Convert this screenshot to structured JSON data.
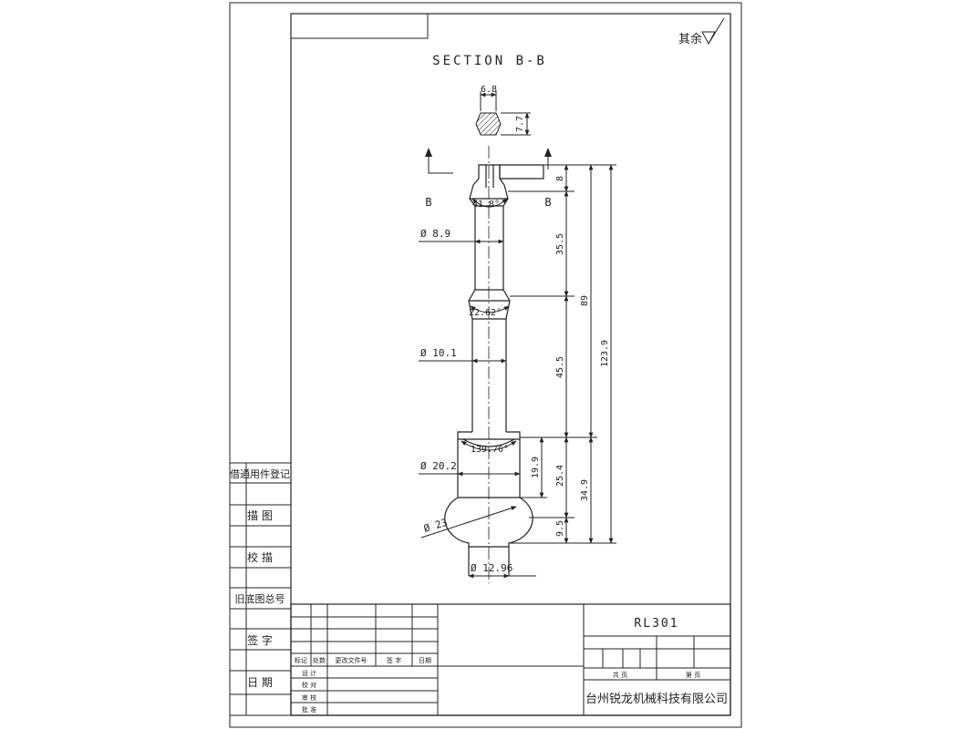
{
  "drawing": {
    "section_title": "SECTION B-B",
    "surface_note": "其余",
    "section_mark_left": "B",
    "section_mark_right": "B",
    "section_width": "6.8",
    "section_height": "7.7",
    "angle_top": "41.8°",
    "angle_mid": "22.62°",
    "angle_bottom": "139.76°",
    "dia_upper": "Ø 8.9",
    "dia_middle": "Ø 10.1",
    "dia_collar": "Ø 20.2",
    "dia_ball": "Ø 23",
    "dia_base": "Ø 12.96",
    "len_8": "8",
    "len_35_5": "35.5",
    "len_45_5": "45.5",
    "len_89": "89",
    "len_123_9": "123.9",
    "len_19_9": "19.9",
    "len_25_4": "25.4",
    "len_34_9": "34.9",
    "len_9_5": "9.5"
  },
  "side_panel": {
    "register": "借通用件登记",
    "trace": "描  图",
    "check_trace": "校  描",
    "old_number": "旧底图总号",
    "signature": "签  字",
    "date": "日  期"
  },
  "title_block": {
    "part_number": "RL301",
    "headers": [
      "标记",
      "处数",
      "更改文件号",
      "签 字",
      "日期"
    ],
    "roles": [
      "设 计",
      "校 对",
      "审 核",
      "批 准"
    ],
    "total_pages": "共  页",
    "page_no": "第  页",
    "company": "台州锐龙机械科技有限公司"
  }
}
